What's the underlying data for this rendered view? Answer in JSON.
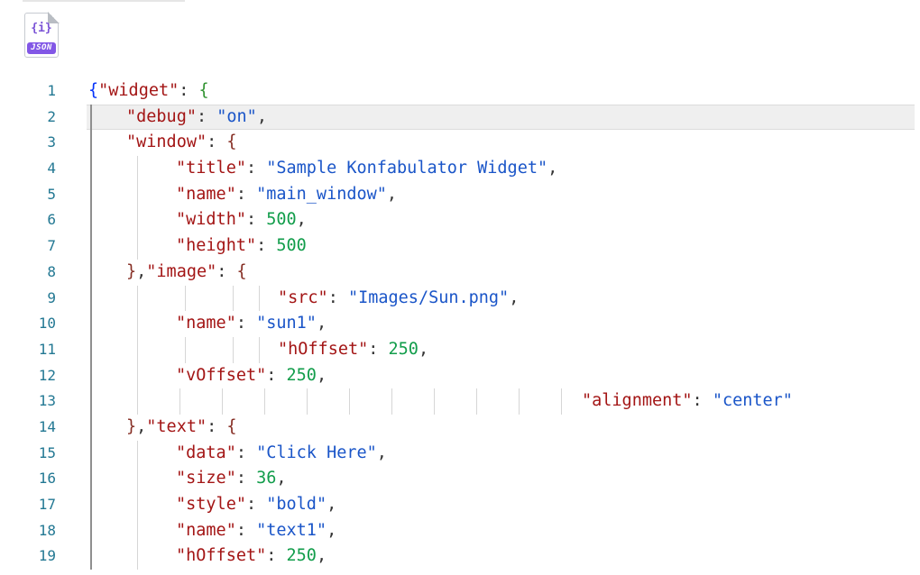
{
  "file_icon": {
    "glyph": "{i}",
    "label": "JSON"
  },
  "colors": {
    "key": "#a31515",
    "string": "#1a55c8",
    "number": "#129d4b",
    "punct": "#333333",
    "brace1": "#0431fa",
    "brace2": "#319331",
    "brace3": "#862e24",
    "line_number": "#237893",
    "guide": "#d6d6d6",
    "active_guide": "#8f8f8f",
    "current_line_bg": "#efefef",
    "current_line_border": "#dcdcdc"
  },
  "editor": {
    "current_line": 2,
    "lines": [
      {
        "num": 1,
        "indent": 0,
        "guides": [],
        "tokens": [
          {
            "c": "brace1",
            "t": "{"
          },
          {
            "c": "key",
            "t": "\"widget\""
          },
          {
            "c": "punct",
            "t": ": "
          },
          {
            "c": "brace2",
            "t": "{"
          }
        ]
      },
      {
        "num": 2,
        "indent": 42,
        "guides": [],
        "tokens": [
          {
            "c": "key",
            "t": "\"debug\""
          },
          {
            "c": "punct",
            "t": ": "
          },
          {
            "c": "string",
            "t": "\"on\""
          },
          {
            "c": "punct",
            "t": ","
          }
        ]
      },
      {
        "num": 3,
        "indent": 42,
        "guides": [],
        "tokens": [
          {
            "c": "key",
            "t": "\"window\""
          },
          {
            "c": "punct",
            "t": ": "
          },
          {
            "c": "brace3",
            "t": "{"
          }
        ]
      },
      {
        "num": 4,
        "indent": 97,
        "guides": [
          54
        ],
        "tokens": [
          {
            "c": "key",
            "t": "\"title\""
          },
          {
            "c": "punct",
            "t": ": "
          },
          {
            "c": "string",
            "t": "\"Sample Konfabulator Widget\""
          },
          {
            "c": "punct",
            "t": ","
          }
        ]
      },
      {
        "num": 5,
        "indent": 97,
        "guides": [
          54
        ],
        "tokens": [
          {
            "c": "key",
            "t": "\"name\""
          },
          {
            "c": "punct",
            "t": ": "
          },
          {
            "c": "string",
            "t": "\"main_window\""
          },
          {
            "c": "punct",
            "t": ","
          }
        ]
      },
      {
        "num": 6,
        "indent": 97,
        "guides": [
          54
        ],
        "tokens": [
          {
            "c": "key",
            "t": "\"width\""
          },
          {
            "c": "punct",
            "t": ": "
          },
          {
            "c": "number",
            "t": "500"
          },
          {
            "c": "punct",
            "t": ","
          }
        ]
      },
      {
        "num": 7,
        "indent": 97,
        "guides": [
          54
        ],
        "tokens": [
          {
            "c": "key",
            "t": "\"height\""
          },
          {
            "c": "punct",
            "t": ": "
          },
          {
            "c": "number",
            "t": "500"
          }
        ]
      },
      {
        "num": 8,
        "indent": 42,
        "guides": [],
        "tokens": [
          {
            "c": "brace3",
            "t": "}"
          },
          {
            "c": "punct",
            "t": ","
          },
          {
            "c": "key",
            "t": "\"image\""
          },
          {
            "c": "punct",
            "t": ": "
          },
          {
            "c": "brace3",
            "t": "{"
          }
        ]
      },
      {
        "num": 9,
        "indent": 210,
        "guides": [
          54,
          107,
          160,
          189
        ],
        "tokens": [
          {
            "c": "key",
            "t": "\"src\""
          },
          {
            "c": "punct",
            "t": ": "
          },
          {
            "c": "string",
            "t": "\"Images/Sun.png\""
          },
          {
            "c": "punct",
            "t": ","
          }
        ]
      },
      {
        "num": 10,
        "indent": 97,
        "guides": [
          54
        ],
        "tokens": [
          {
            "c": "key",
            "t": "\"name\""
          },
          {
            "c": "punct",
            "t": ": "
          },
          {
            "c": "string",
            "t": "\"sun1\""
          },
          {
            "c": "punct",
            "t": ","
          }
        ]
      },
      {
        "num": 11,
        "indent": 210,
        "guides": [
          54,
          107,
          160,
          189
        ],
        "tokens": [
          {
            "c": "key",
            "t": "\"hOffset\""
          },
          {
            "c": "punct",
            "t": ": "
          },
          {
            "c": "number",
            "t": "250"
          },
          {
            "c": "punct",
            "t": ","
          }
        ]
      },
      {
        "num": 12,
        "indent": 97,
        "guides": [
          54
        ],
        "tokens": [
          {
            "c": "key",
            "t": "\"vOffset\""
          },
          {
            "c": "punct",
            "t": ": "
          },
          {
            "c": "number",
            "t": "250"
          },
          {
            "c": "punct",
            "t": ","
          }
        ]
      },
      {
        "num": 13,
        "indent": 547,
        "guides": [
          54,
          101,
          148,
          195,
          242,
          289,
          336,
          383,
          430,
          477,
          524
        ],
        "tokens": [
          {
            "c": "key",
            "t": "\"alignment\""
          },
          {
            "c": "punct",
            "t": ": "
          },
          {
            "c": "string",
            "t": "\"center\""
          }
        ]
      },
      {
        "num": 14,
        "indent": 42,
        "guides": [],
        "tokens": [
          {
            "c": "brace3",
            "t": "}"
          },
          {
            "c": "punct",
            "t": ","
          },
          {
            "c": "key",
            "t": "\"text\""
          },
          {
            "c": "punct",
            "t": ": "
          },
          {
            "c": "brace3",
            "t": "{"
          }
        ]
      },
      {
        "num": 15,
        "indent": 97,
        "guides": [
          54
        ],
        "tokens": [
          {
            "c": "key",
            "t": "\"data\""
          },
          {
            "c": "punct",
            "t": ": "
          },
          {
            "c": "string",
            "t": "\"Click Here\""
          },
          {
            "c": "punct",
            "t": ","
          }
        ]
      },
      {
        "num": 16,
        "indent": 97,
        "guides": [
          54
        ],
        "tokens": [
          {
            "c": "key",
            "t": "\"size\""
          },
          {
            "c": "punct",
            "t": ": "
          },
          {
            "c": "number",
            "t": "36"
          },
          {
            "c": "punct",
            "t": ","
          }
        ]
      },
      {
        "num": 17,
        "indent": 97,
        "guides": [
          54
        ],
        "tokens": [
          {
            "c": "key",
            "t": "\"style\""
          },
          {
            "c": "punct",
            "t": ": "
          },
          {
            "c": "string",
            "t": "\"bold\""
          },
          {
            "c": "punct",
            "t": ","
          }
        ]
      },
      {
        "num": 18,
        "indent": 97,
        "guides": [
          54
        ],
        "tokens": [
          {
            "c": "key",
            "t": "\"name\""
          },
          {
            "c": "punct",
            "t": ": "
          },
          {
            "c": "string",
            "t": "\"text1\""
          },
          {
            "c": "punct",
            "t": ","
          }
        ]
      },
      {
        "num": 19,
        "indent": 97,
        "guides": [
          54
        ],
        "tokens": [
          {
            "c": "key",
            "t": "\"hOffset\""
          },
          {
            "c": "punct",
            "t": ": "
          },
          {
            "c": "number",
            "t": "250"
          },
          {
            "c": "punct",
            "t": ","
          }
        ]
      }
    ]
  }
}
